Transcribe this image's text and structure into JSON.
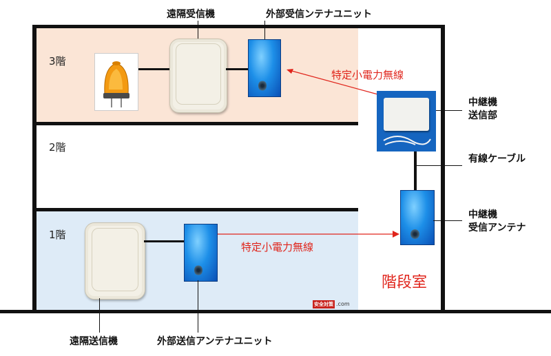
{
  "floors": {
    "f3": "3階",
    "f2": "2階",
    "f1": "1階"
  },
  "top_labels": {
    "remote_receiver": "遠隔受信機",
    "ext_rx_antenna": "外部受信ンテナユニット"
  },
  "bottom_labels": {
    "remote_transmitter": "遠隔送信機",
    "ext_tx_antenna": "外部送信アンテナユニット"
  },
  "right_labels": {
    "repeater_tx_1": "中継機",
    "repeater_tx_2": "送信部",
    "cable": "有線ケーブル",
    "repeater_rx_1": "中継機",
    "repeater_rx_2": "受信アンテナ"
  },
  "wireless_labels": {
    "upper": "特定小電力無線",
    "lower": "特定小電力無線"
  },
  "stairwell": "階段室",
  "watermark": {
    "badge": "安全対策",
    "suffix": ".com"
  },
  "colors": {
    "floor3_bg": "#fbe5d6",
    "floor1_bg": "#deebf7",
    "wall": "#111111",
    "accent_red": "#e0241b"
  }
}
